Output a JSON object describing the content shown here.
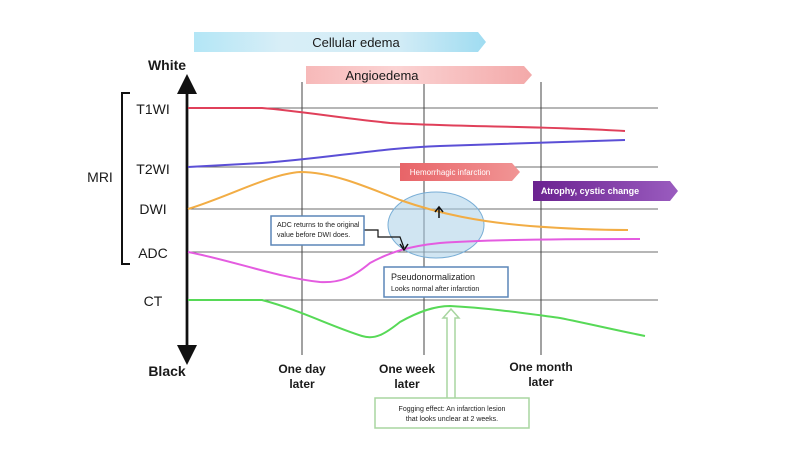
{
  "top_label": "White",
  "bottom_label": "Black",
  "group_label": "MRI",
  "rows": {
    "t1wi": "T1WI",
    "t2wi": "T2WI",
    "dwi": "DWI",
    "adc": "ADC",
    "ct": "CT"
  },
  "time_labels": {
    "one_day": [
      "One day",
      "later"
    ],
    "one_week": [
      "One week",
      "later"
    ],
    "one_month": [
      "One month",
      "later"
    ]
  },
  "banners": {
    "cellular_edema": "Cellular edema",
    "angioedema": "Angioedema",
    "hemorrhagic": "Hemorrhagic infarction",
    "atrophy": "Atrophy, cystic change"
  },
  "callouts": {
    "adc_returns": [
      "ADC returns to the original",
      "value before DWI does."
    ],
    "pseudonormalization": [
      "Pseudonormalization",
      "Looks normal after infarction"
    ],
    "fogging": [
      "Fogging effect: An infarction lesion",
      "that looks unclear at 2 weeks."
    ]
  },
  "colors": {
    "t1wi": "#e0405a",
    "t2wi": "#5b4fd6",
    "dwi": "#f2ad45",
    "adc": "#e45ce0",
    "ct": "#57d957",
    "cellular_edema": "#c6ecf8",
    "angioedema": "#f9c4c4",
    "hemorrhagic": "#e8666b",
    "atrophy": "#7a2d9c",
    "callout_border": "#5b86b8",
    "fogging_border": "#a8d5a0"
  }
}
